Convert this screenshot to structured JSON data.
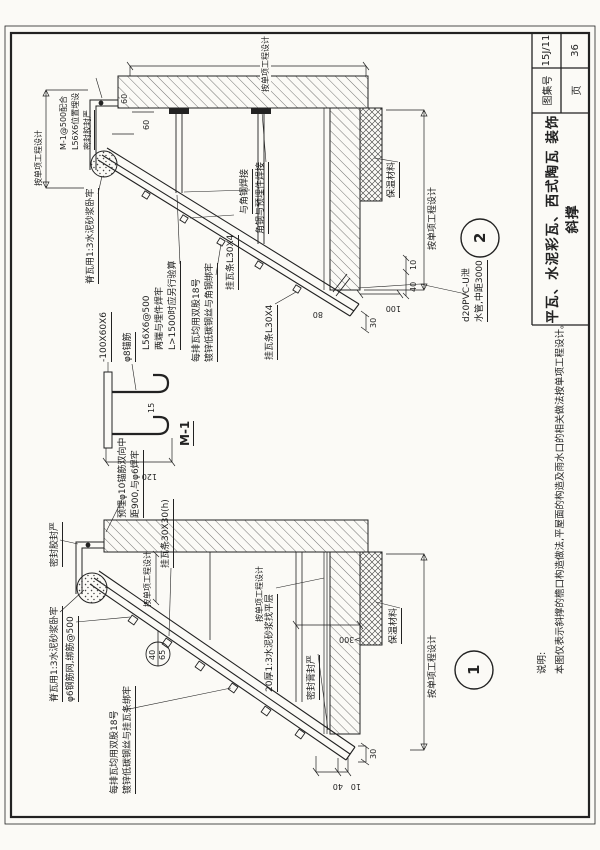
{
  "sheet": {
    "paper": "#fbfaf6",
    "ink": "#222222"
  },
  "title_block": {
    "title": "平瓦、水泥彩瓦、西式陶瓦  装饰斜撑",
    "atlas_label": "图集号",
    "atlas_value": "15J/11",
    "page_label": "页",
    "page_value": "36"
  },
  "notes": {
    "heading": "说明:",
    "body": "本图仅表示斜撑的檐口构造做法,平屋面的构造及雨水口的相关做法按单项工程设计。"
  },
  "common": {
    "per_project": "按单项工程设计",
    "insulation": "保温材料",
    "seal": "密封胶封严",
    "ridge_mortar": "脊瓦用1:3水泥砂浆卧牢"
  },
  "detail1": {
    "number": "1",
    "mesh": "φ6钢筋网,绑筋@500",
    "anchor_line1": "预埋φ10锚筋双向中",
    "anchor_line2": "距900,与φ6焊牢",
    "wire_line1": "每排瓦均用双股18号",
    "wire_line2": "镀锌低碳钢丝与挂瓦条绑牢",
    "batten": "挂瓦条30X30(h)",
    "leveling": "20厚1:3水泥砂浆找平层",
    "seal_paste": "密封膏封严",
    "slope_rise": "40",
    "slope_run": "65",
    "dim_gt300": ">300",
    "dim_40": "40",
    "dim_10": "10",
    "dim_30": "30"
  },
  "detail2": {
    "number": "2",
    "m1_line1": "M-1@500配合",
    "m1_line2": "L56X6位置埋设",
    "angle_line1": "L56X6@500",
    "angle_line2": "两端与埋件焊牢",
    "angle_line3": "L>1500时应另行验算",
    "wire_line1": "每排瓦均用双股18号",
    "wire_line2": "镀锌低碳钢丝与角钢绑牢",
    "batten_a": "挂瓦条L30X4",
    "batten_b": "挂瓦条L30X4",
    "weld_batten": "与角钢焊接",
    "weld_embed": "角钢与预埋件焊接",
    "pipe_line1": "d20PVC-U泄",
    "pipe_line2": "水管,中距3000",
    "dim_60a": "60",
    "dim_60b": "60",
    "dim_80": "80",
    "dim_100": "100",
    "dim_40": "40",
    "dim_10": "10",
    "dim_30": "30"
  },
  "m1_detail": {
    "plate": "-100X60X6",
    "anchor": "φ8锚筋",
    "name": "M-1",
    "dim_length": "120",
    "dim_hook": "15"
  }
}
